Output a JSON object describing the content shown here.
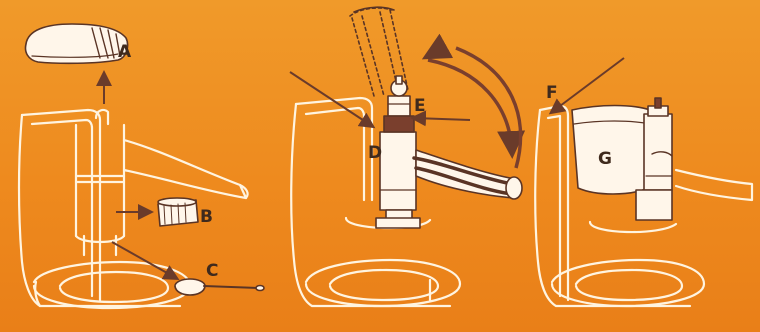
{
  "labels": {
    "a": "A",
    "b": "B",
    "c": "C",
    "d": "D",
    "e": "E",
    "f": "F",
    "g": "G"
  },
  "colors": {
    "background": "#ef8a1f",
    "outline": "#fff4e0",
    "ink": "#5a3425",
    "part_fill": "#fff6ea"
  }
}
